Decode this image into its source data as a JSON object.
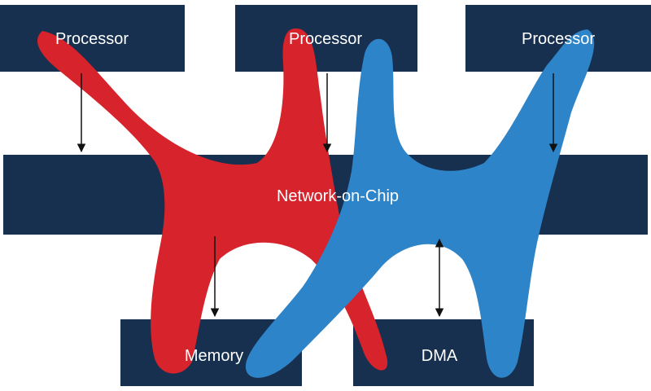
{
  "labels": {
    "processor_left": "Processor",
    "processor_center": "Processor",
    "processor_right": "Processor",
    "network": "Network-on-Chip",
    "memory": "Memory",
    "dma": "DMA"
  },
  "colors": {
    "block": "#17304f",
    "red_region": "#d7232b",
    "blue_region": "#2e84c8",
    "arrow": "#111111",
    "background": "#ffffff"
  }
}
